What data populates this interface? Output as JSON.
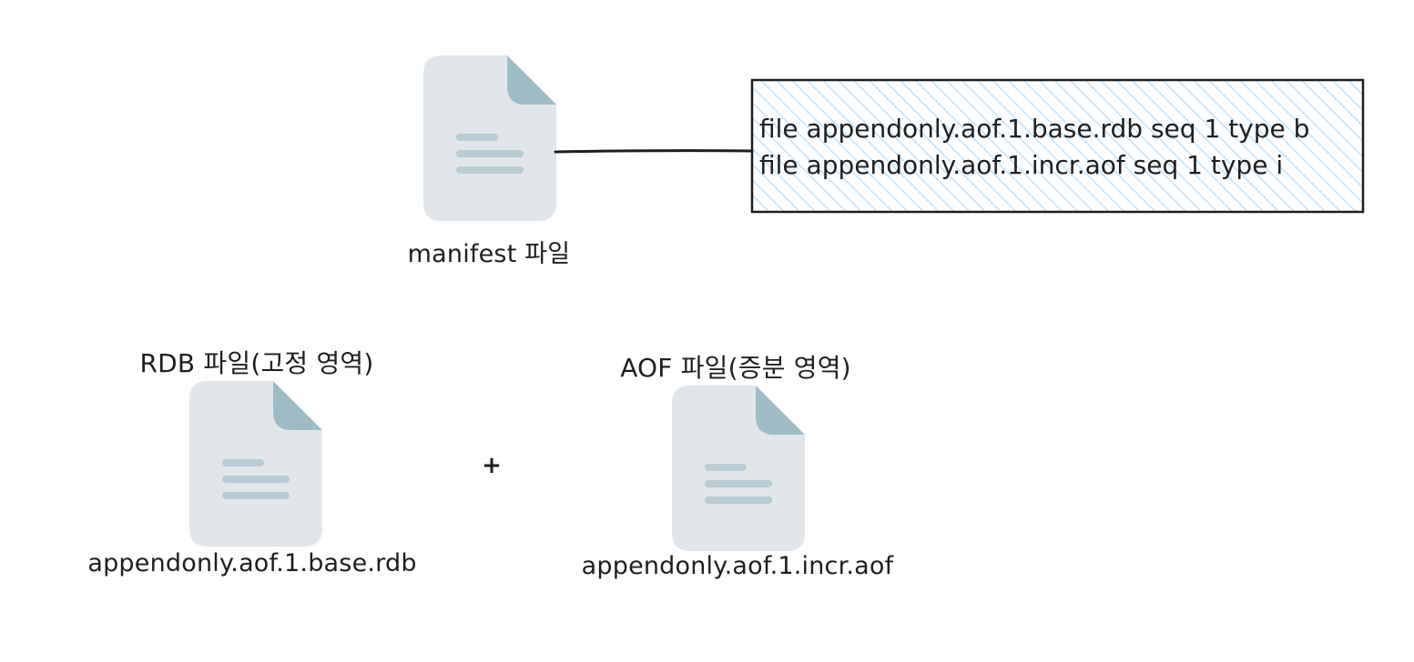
{
  "colors": {
    "stroke": "#1e1e1e",
    "hatch": "#a5d8ff",
    "doc_body": "#e0e6ea",
    "doc_fold": "#9ebcc6",
    "doc_lines": "#b9cbd3"
  },
  "manifest": {
    "icon": "document-icon",
    "label": "manifest 파일",
    "note_lines": [
      "file appendonly.aof.1.base.rdb seq 1 type b",
      "file appendonly.aof.1.incr.aof seq 1 type i"
    ]
  },
  "rdb": {
    "icon": "document-icon",
    "title": "RDB 파일(고정 영역)",
    "filename": "appendonly.aof.1.base.rdb"
  },
  "aof": {
    "icon": "document-icon",
    "title": "AOF 파일(증분 영역)",
    "filename": "appendonly.aof.1.incr.aof"
  },
  "operator": "+"
}
